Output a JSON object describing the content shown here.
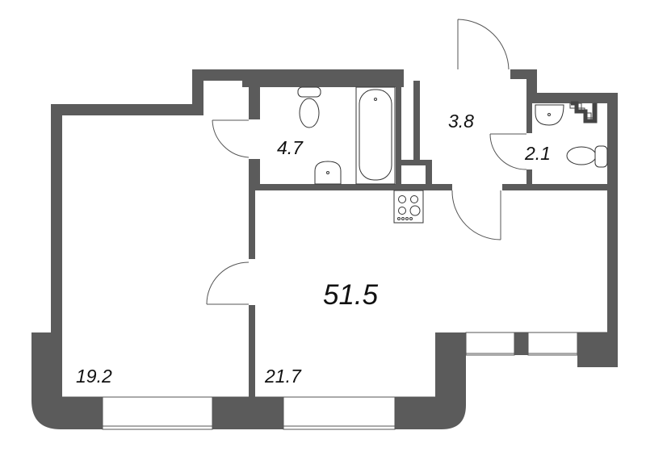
{
  "plan": {
    "total_area": "51.5",
    "colors": {
      "wall": "#5b5b5b",
      "background": "#ffffff",
      "text": "#111111"
    },
    "rooms": [
      {
        "id": "bathroom",
        "area": "4.7"
      },
      {
        "id": "hallway",
        "area": "3.8"
      },
      {
        "id": "wc",
        "area": "2.1"
      },
      {
        "id": "bedroom",
        "area": "19.2"
      },
      {
        "id": "living-kitchen",
        "area": "21.7"
      }
    ]
  }
}
